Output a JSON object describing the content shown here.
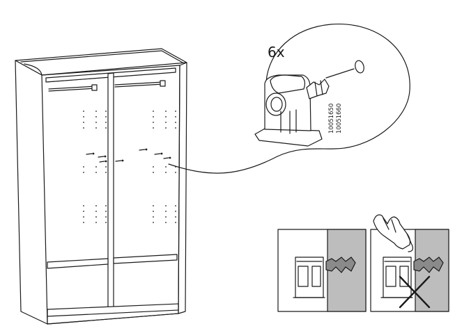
{
  "step": {
    "quantity_label": "6x",
    "part_numbers": [
      "10051650",
      "10051660"
    ]
  },
  "colors": {
    "ink": "#1a1a1a",
    "wall_gray": "#bdbdbd",
    "bolt_gray": "#8a8a8a",
    "background": "#ffffff"
  },
  "illustration": {
    "subject": "wardrobe-frame",
    "detail_part": "wall-anchor-plug",
    "correct_panel": "correct-flush-insertion",
    "incorrect_panel": "incorrect-finger-press"
  }
}
